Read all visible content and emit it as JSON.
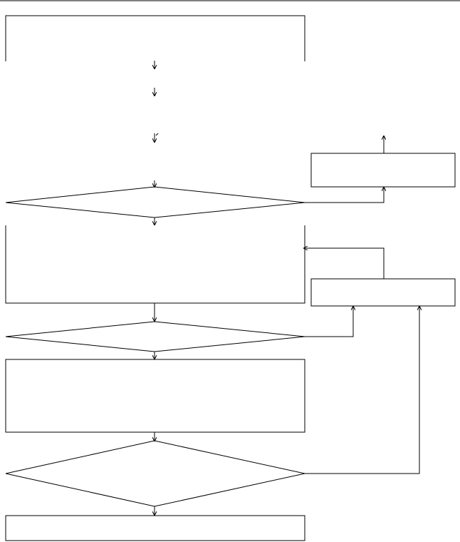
{
  "diagram": {
    "title": "",
    "stroke_color": "#000000",
    "background_color": "#ffffff",
    "nodes": [
      {
        "id": "top-box",
        "shape": "box",
        "label": ""
      },
      {
        "id": "decision-1",
        "shape": "diamond",
        "label": ""
      },
      {
        "id": "main-box-2",
        "shape": "box",
        "label": ""
      },
      {
        "id": "decision-2",
        "shape": "diamond",
        "label": ""
      },
      {
        "id": "main-box-3",
        "shape": "box",
        "label": ""
      },
      {
        "id": "decision-3",
        "shape": "diamond",
        "label": ""
      },
      {
        "id": "bottom-box",
        "shape": "box",
        "label": ""
      },
      {
        "id": "side-box-1",
        "shape": "box",
        "label": ""
      },
      {
        "id": "side-box-2",
        "shape": "box",
        "label": ""
      }
    ]
  }
}
